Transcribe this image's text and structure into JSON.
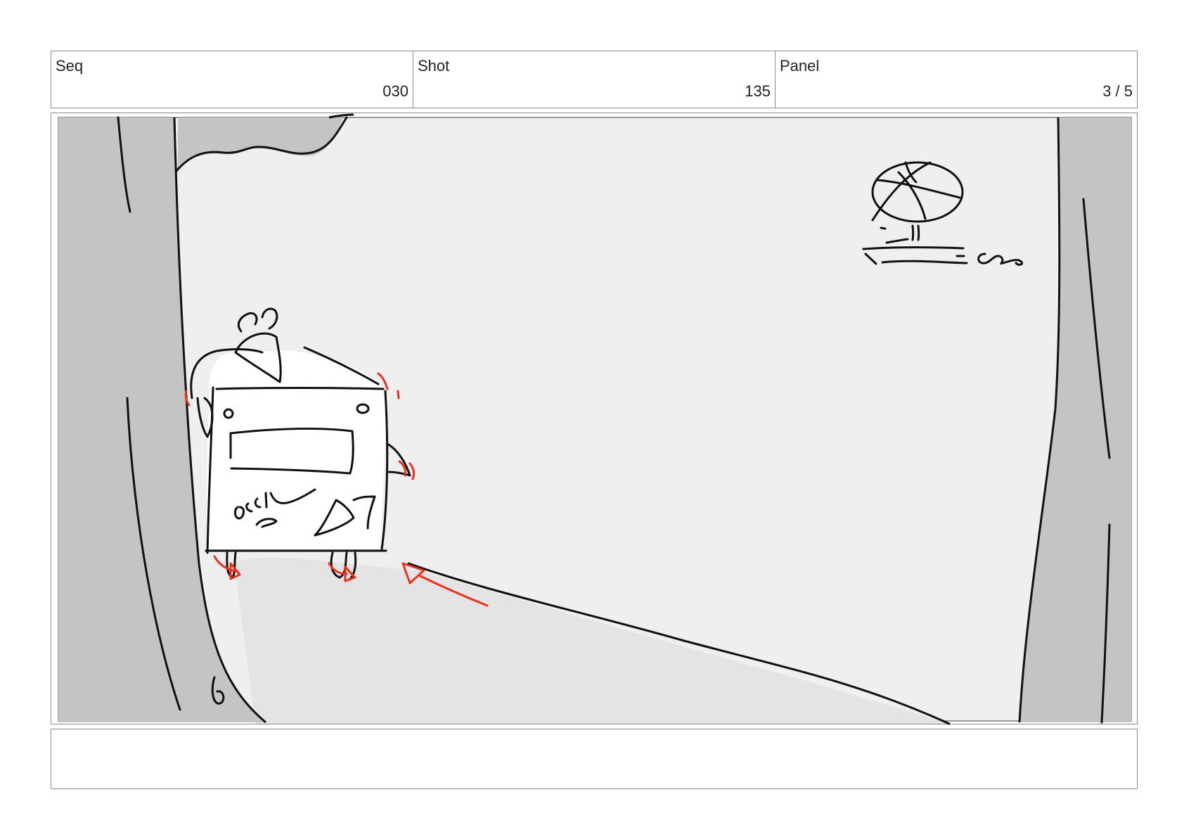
{
  "header": {
    "seq": {
      "label": "Seq",
      "value": "030"
    },
    "shot": {
      "label": "Shot",
      "value": "135"
    },
    "panel": {
      "label": "Panel",
      "value": "3 / 5"
    }
  },
  "drawing": {
    "scrawl_text": "ossil",
    "colors": {
      "ink": "#111111",
      "annotation": "#e8321e",
      "background": "#efefef",
      "trees": "#c4c4c4",
      "path": "#e4e4e4"
    }
  },
  "notes": {
    "text": ""
  }
}
